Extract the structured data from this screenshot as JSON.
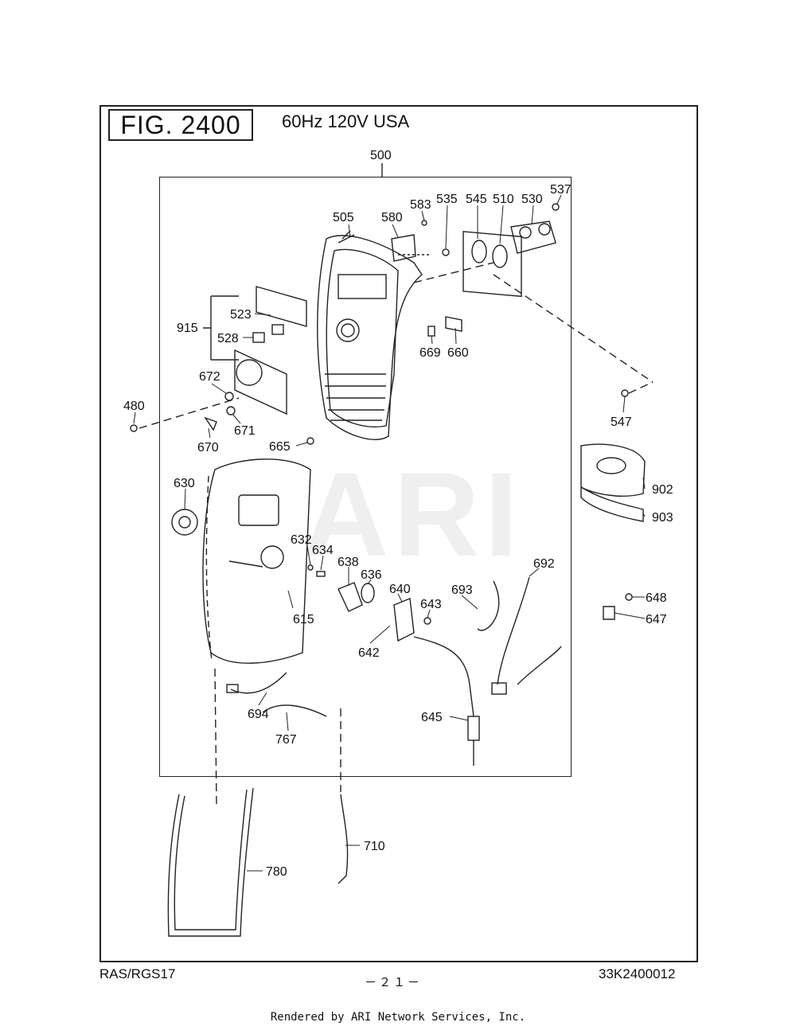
{
  "figure": {
    "title": "FIG. 2400",
    "subtitle": "60Hz 120V USA",
    "watermark": "ARI"
  },
  "parts": {
    "p500": "500",
    "p505": "505",
    "p580": "580",
    "p583": "583",
    "p535": "535",
    "p545": "545",
    "p510": "510",
    "p530": "530",
    "p537": "537",
    "p523": "523",
    "p915": "915",
    "p528": "528",
    "p669": "669",
    "p660": "660",
    "p672": "672",
    "p480": "480",
    "p671": "671",
    "p670": "670",
    "p665": "665",
    "p547": "547",
    "p630": "630",
    "p902": "902",
    "p903": "903",
    "p632": "632",
    "p634": "634",
    "p638": "638",
    "p636": "636",
    "p640": "640",
    "p692": "692",
    "p693": "693",
    "p643": "643",
    "p648": "648",
    "p647": "647",
    "p615": "615",
    "p642": "642",
    "p694": "694",
    "p645": "645",
    "p767": "767",
    "p710": "710",
    "p780": "780"
  },
  "footer": {
    "model": "RAS/RGS17",
    "page": "－２１－",
    "code": "33K2400012",
    "rendered_by": "Rendered by ARI Network Services, Inc."
  }
}
